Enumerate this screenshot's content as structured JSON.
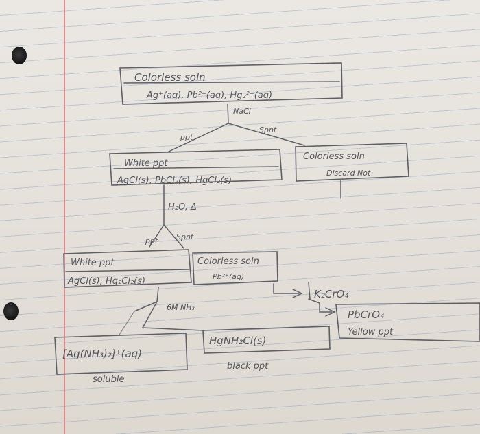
{
  "chart_data": {
    "type": "flowchart",
    "nodes": [
      {
        "id": "start",
        "line1": "Colorless soln",
        "line2": "Ag⁺(aq), Pb²⁺(aq), Hg₂²⁺(aq)"
      },
      {
        "id": "ppt1",
        "line1": "White ppt",
        "line2": "AgCl(s), PbCl₂(s), HgCl₂(s)"
      },
      {
        "id": "spnt1",
        "line1": "Colorless soln",
        "line2": "Discard Not"
      },
      {
        "id": "ppt2",
        "line1": "White ppt",
        "line2": "AgCl(s), Hg₂Cl₂(s)"
      },
      {
        "id": "spnt2",
        "line1": "Colorless soln",
        "line2": "Pb²⁺(aq)"
      },
      {
        "id": "agcomplex",
        "line1": "[Ag(NH₃)₂]⁺(aq)",
        "caption": "soluble"
      },
      {
        "id": "hgppt",
        "line1": "HgNH₂Cl(s)",
        "caption": "black ppt"
      },
      {
        "id": "pbcro4",
        "line1": "PbCrO₄",
        "line2": "Yellow ppt"
      }
    ],
    "edges": [
      {
        "from": "start",
        "to": "ppt1",
        "label": "ppt"
      },
      {
        "from": "start",
        "to": "spnt1",
        "label": "Spnt"
      },
      {
        "from": "ppt1",
        "to": "ppt2",
        "label": "ppt"
      },
      {
        "from": "ppt1",
        "to": "spnt2",
        "label": "Spnt"
      },
      {
        "from": "ppt2",
        "to": "agcomplex",
        "label": ""
      },
      {
        "from": "ppt2",
        "to": "hgppt",
        "label": ""
      },
      {
        "from": "spnt2",
        "to": "pbcro4",
        "label": ""
      }
    ],
    "reagents": {
      "step1": "NaCl",
      "step2": "H₂O, Δ",
      "step3": "6M NH₃",
      "step4": "K₂CrO₄"
    }
  }
}
